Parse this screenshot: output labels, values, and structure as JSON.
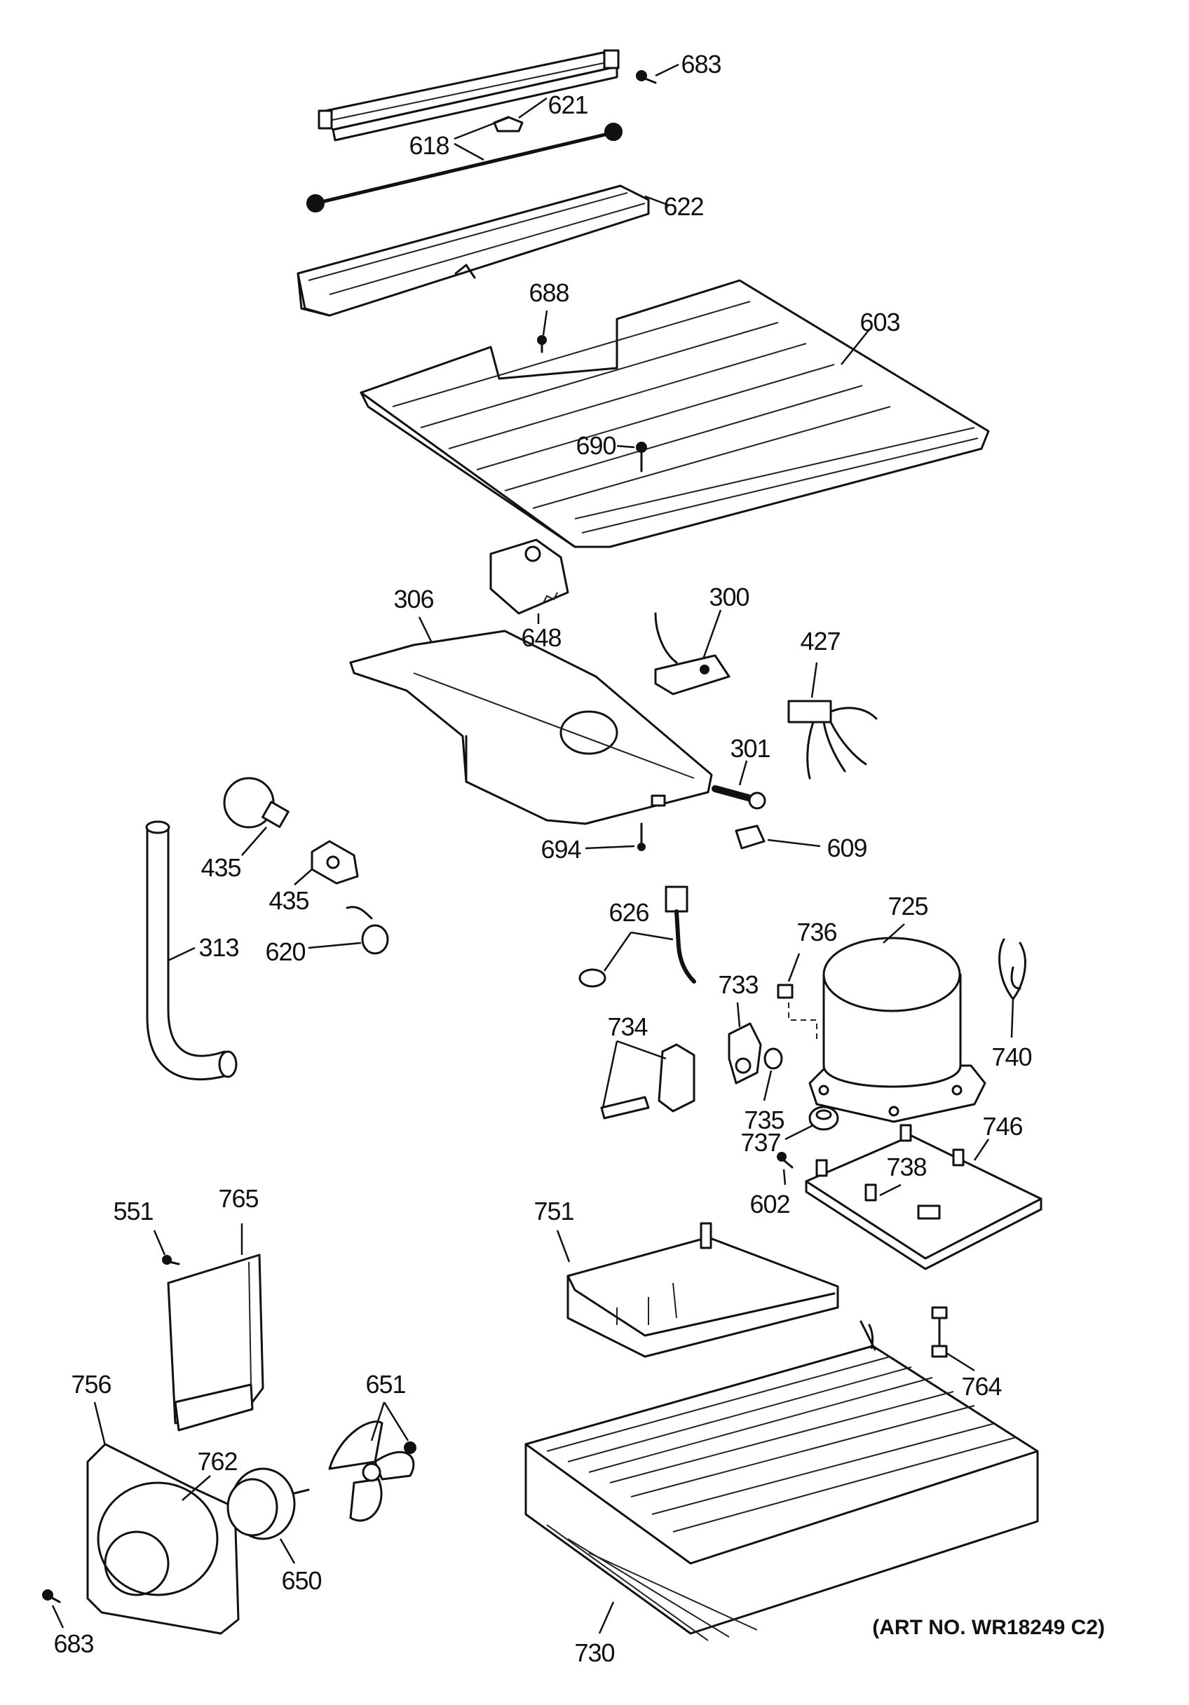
{
  "callouts": {
    "c683a": "683",
    "c621": "621",
    "c618": "618",
    "c622": "622",
    "c688": "688",
    "c603": "603",
    "c690": "690",
    "c306": "306",
    "c648": "648",
    "c300": "300",
    "c427": "427",
    "c301": "301",
    "c609": "609",
    "c694": "694",
    "c435a": "435",
    "c435b": "435",
    "c620": "620",
    "c313": "313",
    "c626": "626",
    "c736": "736",
    "c725": "725",
    "c733": "733",
    "c740": "740",
    "c734": "734",
    "c735": "735",
    "c737": "737",
    "c746": "746",
    "c738": "738",
    "c602": "602",
    "c751": "751",
    "c551": "551",
    "c765": "765",
    "c764": "764",
    "c756": "756",
    "c651": "651",
    "c762": "762",
    "c650": "650",
    "c683b": "683",
    "c730": "730"
  },
  "art_number": "(ART NO. WR18249 C2)"
}
